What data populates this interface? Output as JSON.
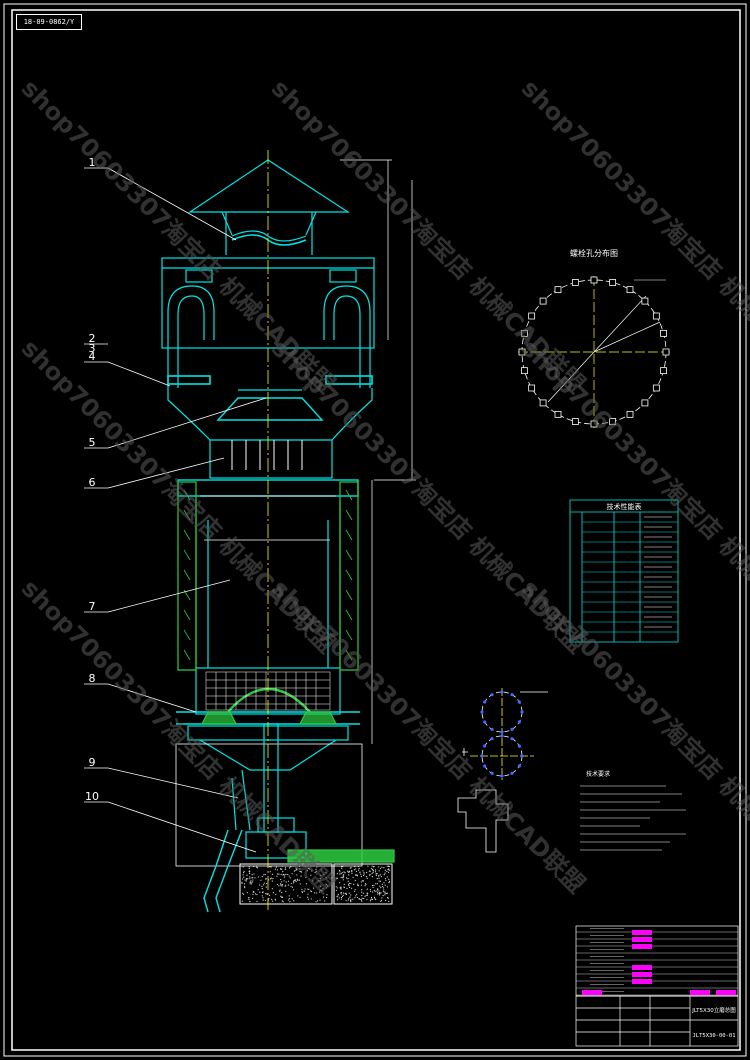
{
  "sheet": {
    "tag": "18-09-0862/Y",
    "bolt_circle_title": "螺栓孔分布图",
    "table_title": "技术性能表",
    "notes_title": "技术要求",
    "drawing_number": "JLT5X30-00-01",
    "title_block_name": "JLT5X30立磨总图"
  },
  "callouts": [
    "1",
    "2",
    "3",
    "4",
    "5",
    "6",
    "7",
    "8",
    "9",
    "10"
  ],
  "watermarks": [
    "shop70603307淘宝店 机械CAD联盟",
    "shop70603307淘宝店 机械CAD联盟",
    "shop70603307淘宝店 机械CAD联盟",
    "shop70603307淘宝店 机械CAD联盟",
    "shop70603307淘宝店 机械CAD联盟",
    "shop70603307淘宝店 机械CAD联盟",
    "shop70603307淘宝店 机械CAD联盟",
    "shop70603307淘宝店 机械CAD联盟",
    "shop70603307淘宝店 机械CAD联盟"
  ],
  "colors": {
    "outline": "#00e5e5",
    "lining": "#2ecc40",
    "center": "#ffff00",
    "dim": "#ffffff",
    "highlight": "#ff00ff",
    "watermark": "#5a5a5a"
  }
}
